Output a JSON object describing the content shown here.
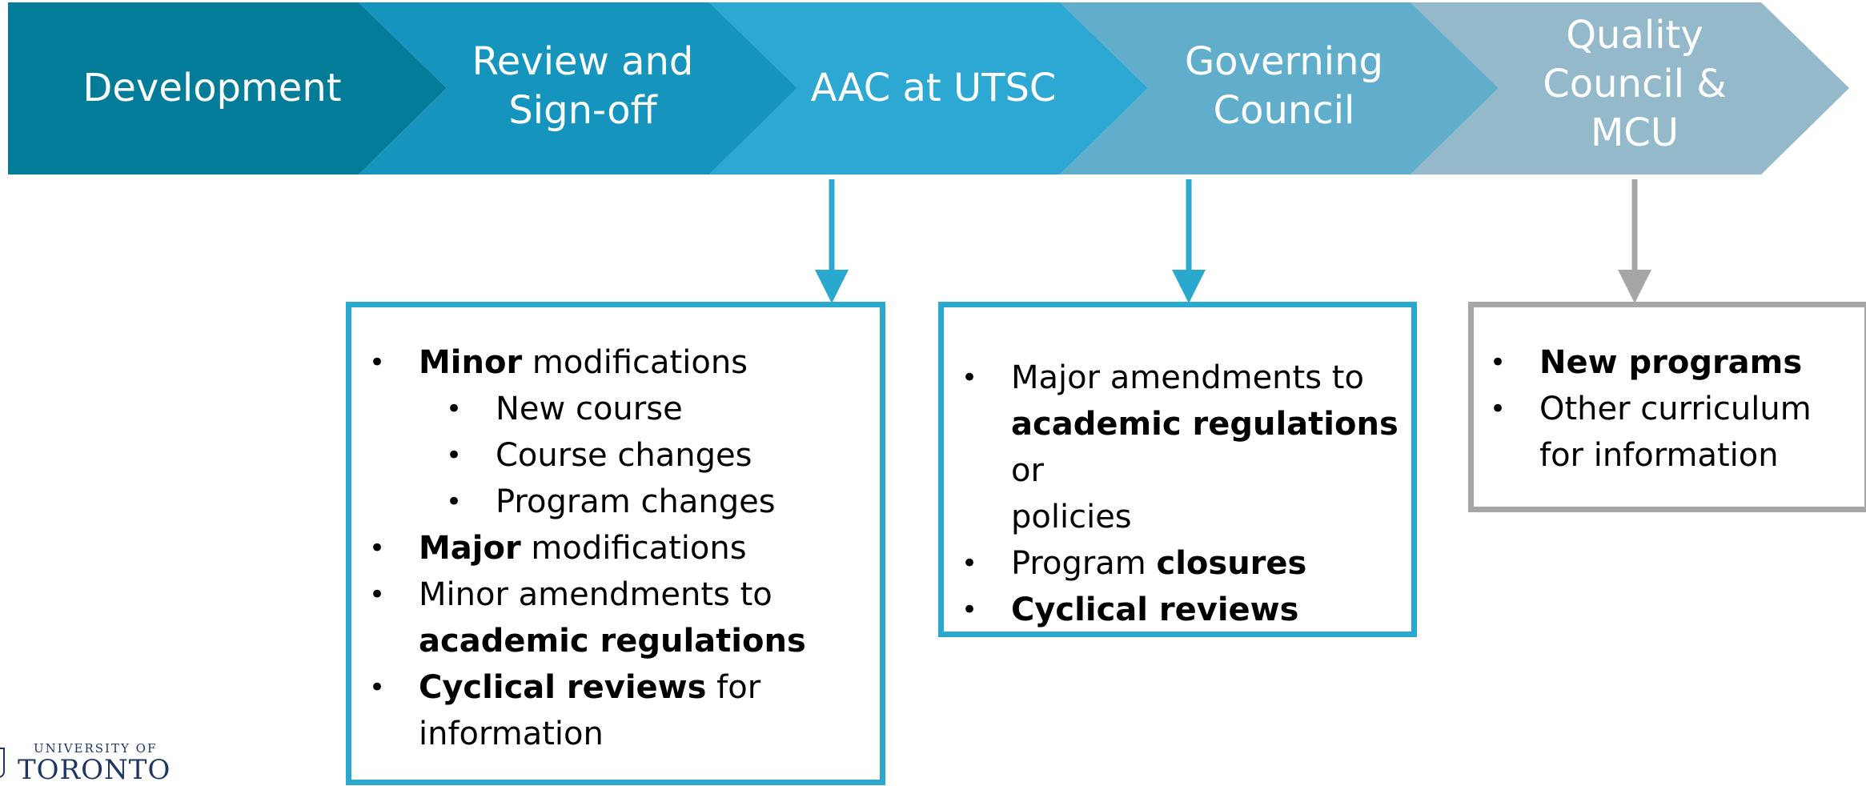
{
  "process": {
    "steps": [
      {
        "label": "Development",
        "color": "#037C99"
      },
      {
        "label": "Review and\nSign-off",
        "color": "#1595BE"
      },
      {
        "label": "AAC at UTSC",
        "color": "#2CA8D2"
      },
      {
        "label": "Governing\nCouncil",
        "color": "#60AECB"
      },
      {
        "label": "Quality\nCouncil &\nMCU",
        "color": "#93B9CA"
      }
    ]
  },
  "colors": {
    "accent": "#2BA8CE",
    "neutral": "#A6A6A6",
    "uoft_blue": "#1E3765"
  },
  "aac_box": {
    "items": [
      {
        "bold": "Minor",
        "text": " modifications"
      },
      {
        "text": "New course"
      },
      {
        "text": "Course changes"
      },
      {
        "text": "Program changes"
      },
      {
        "bold": "Major",
        "text": " modifications"
      },
      {
        "text": "Minor amendments to"
      },
      {
        "bold": "academic regulations"
      },
      {
        "bold": "Cyclical reviews",
        "text": " for"
      },
      {
        "text": "information"
      }
    ]
  },
  "gc_box": {
    "items": [
      {
        "text": "Major amendments to"
      },
      {
        "bold": "academic regulations",
        "text": " or"
      },
      {
        "text": "policies"
      },
      {
        "text": "Program ",
        "bold": "closures"
      },
      {
        "bold": "Cyclical reviews"
      }
    ]
  },
  "qc_box": {
    "items": [
      {
        "bold": "New programs"
      },
      {
        "text": "Other curriculum"
      },
      {
        "text": "for information"
      }
    ]
  },
  "logo": {
    "university": "UNIVERSITY OF",
    "name": "TORONTO"
  }
}
